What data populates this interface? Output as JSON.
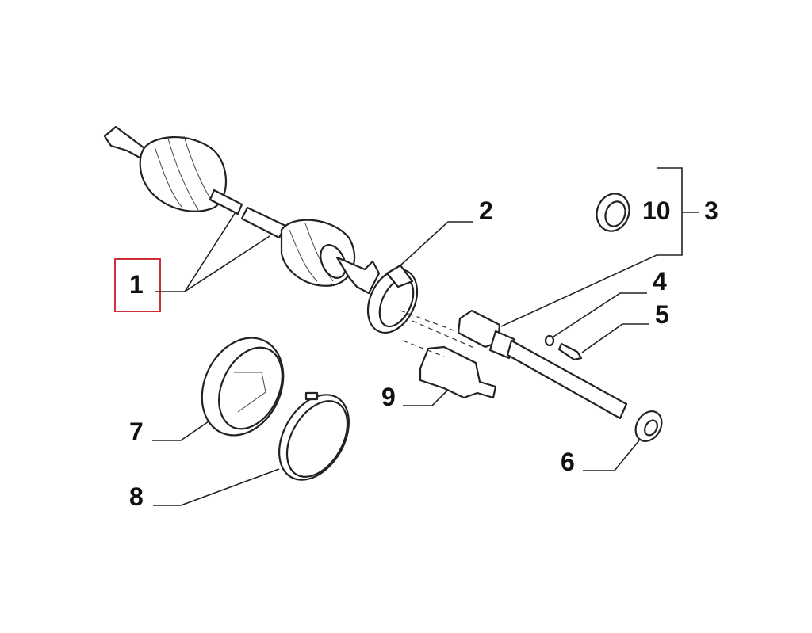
{
  "diagram": {
    "callouts": [
      {
        "id": "1",
        "text": "1",
        "highlighted": true
      },
      {
        "id": "2",
        "text": "2"
      },
      {
        "id": "3",
        "text": "3"
      },
      {
        "id": "4",
        "text": "4"
      },
      {
        "id": "5",
        "text": "5"
      },
      {
        "id": "6",
        "text": "6"
      },
      {
        "id": "7",
        "text": "7"
      },
      {
        "id": "8",
        "text": "8"
      },
      {
        "id": "9",
        "text": "9"
      },
      {
        "id": "10",
        "text": "10"
      }
    ],
    "highlight_color": "#d0303a"
  }
}
